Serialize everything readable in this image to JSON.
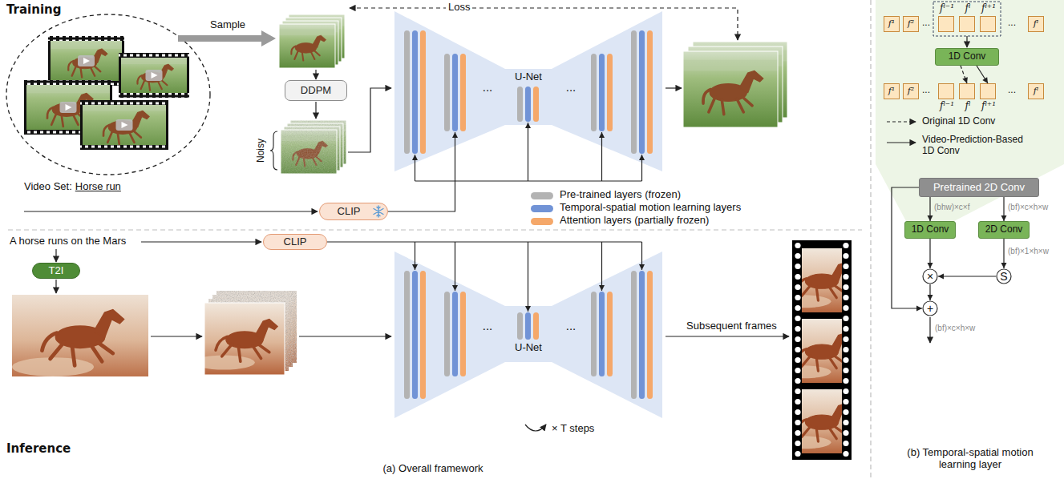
{
  "diagram": {
    "nodes": [
      {
        "text": [
          "DDPM"
        ]
      },
      {
        "text": [
          "...",
          "U-Net",
          "..."
        ]
      },
      {
        "text": [
          "CLIP"
        ]
      },
      {
        "text": [
          "T2I"
        ]
      },
      {
        "text": [
          "CLIP"
        ]
      },
      {
        "text": [
          "...",
          "...",
          "U-Net"
        ]
      },
      {
        "text": [
          "f¹"
        ]
      },
      {
        "text": [
          "f²"
        ]
      },
      {
        "text": [
          "fⁱ⁻¹"
        ]
      },
      {
        "text": [
          "fⁱ"
        ]
      },
      {
        "text": [
          "fⁱ⁺¹"
        ]
      },
      {
        "text": [
          "fˡ"
        ]
      },
      {
        "text": [
          "1D Conv"
        ]
      },
      {
        "text": [
          "f¹"
        ]
      },
      {
        "text": [
          "f²"
        ]
      },
      {
        "text": [
          "fⁱ⁻¹"
        ]
      },
      {
        "text": [
          "fⁱ"
        ]
      },
      {
        "text": [
          "fⁱ⁺¹"
        ]
      },
      {
        "text": [
          "fˡ"
        ]
      },
      {
        "text": [
          "Pretrained 2D Conv"
        ]
      },
      {
        "text": [
          "1D Conv"
        ]
      },
      {
        "text": [
          "2D Conv"
        ]
      },
      {
        "text": [
          "S"
        ]
      },
      {
        "text": [
          "×"
        ]
      },
      {
        "text": [
          "+"
        ]
      }
    ],
    "edges": [
      {
        "from": 2,
        "to": 1,
        "arrow": "to"
      },
      {
        "from": 4,
        "to": 5,
        "arrow": "to"
      },
      {
        "from": 12,
        "to": 16,
        "arrow": "to"
      },
      {
        "from": 12,
        "to": 17,
        "arrow": "to"
      },
      {
        "from": 19,
        "to": 20,
        "label": "(bhw)×c×f",
        "arrow": "to"
      },
      {
        "from": 19,
        "to": 21,
        "label": "(bf)×c×h×w",
        "arrow": "to"
      },
      {
        "from": 21,
        "to": 22,
        "label": "(bf)×1×h×w",
        "arrow": "to"
      },
      {
        "from": 20,
        "to": 23,
        "arrow": "to"
      },
      {
        "from": 22,
        "to": 23,
        "arrow": "to"
      },
      {
        "from": 23,
        "to": 24,
        "arrow": "to"
      },
      {
        "from": 19,
        "to": 24,
        "arrow": "to"
      }
    ],
    "labels": [
      "Training",
      "Sample",
      "Loss",
      "Noisy",
      "Video Set:",
      "Horse run",
      "A horse runs on the Mars",
      "× T steps",
      "Subsequent frames",
      "Inference",
      "(a) Overall framework",
      "...",
      "...",
      "...",
      "...",
      "(bf)×c×h×w",
      "(b) Temporal-spatial motion learning layer"
    ],
    "legend": [
      {
        "text": "Pre-trained layers (frozen)",
        "color": "#b3b3b3"
      },
      {
        "text": "Temporal-spatial motion learning layers",
        "color": "#7193d6"
      },
      {
        "text": "Attention layers (partially frozen)",
        "color": "#f5a86a"
      },
      {
        "text": "Original 1D Conv"
      },
      {
        "text": "Video-Prediction-Based 1D Conv"
      }
    ]
  }
}
